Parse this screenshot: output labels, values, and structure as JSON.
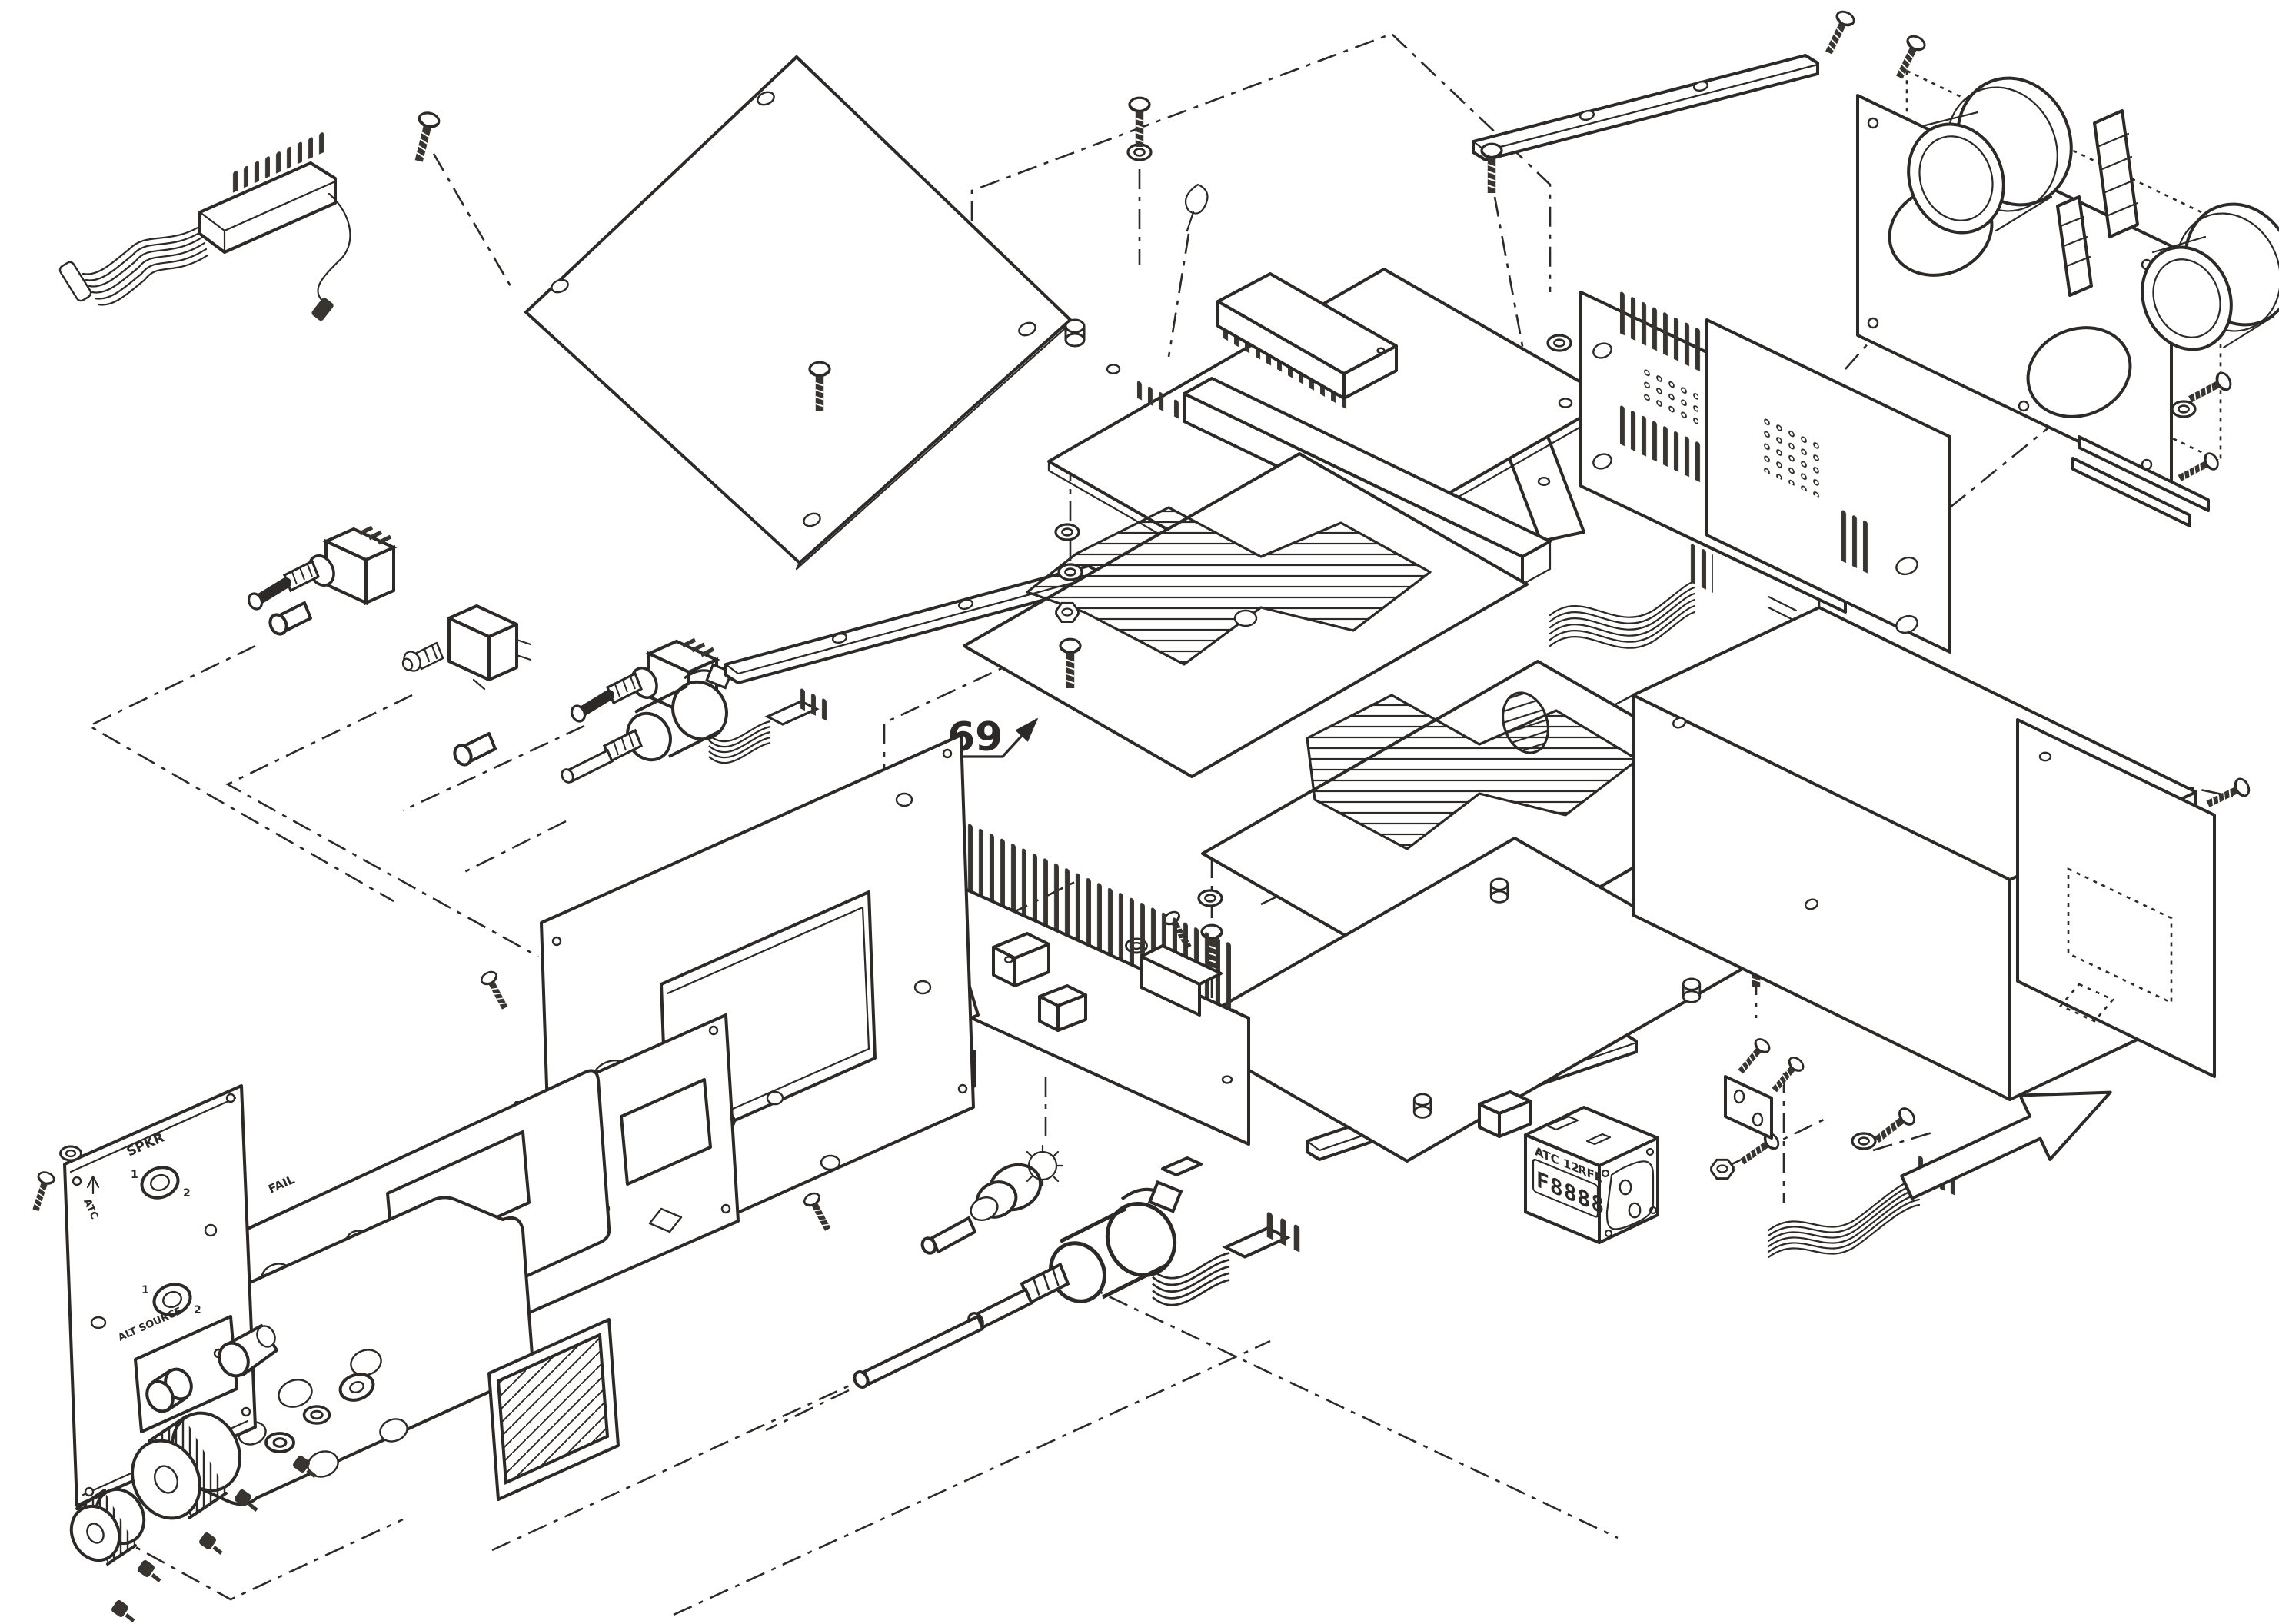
{
  "diagram": {
    "kind": "exploded-parts-drawing",
    "background": "#ffffff",
    "line_color": "#2c2926"
  },
  "callouts": {
    "part_69": "69"
  },
  "front_panel": {
    "spkr": "SPKR",
    "hole1_pos1": "1",
    "hole1_pos2": "2",
    "fail": "FAIL",
    "hole2_pos1": "1",
    "hole2_pos2": "2",
    "alt_source": "ALT SOURCE",
    "atc": "ATC"
  },
  "display_module": {
    "model": "ATC 12",
    "mode": "RFL",
    "readout": "F8888"
  }
}
